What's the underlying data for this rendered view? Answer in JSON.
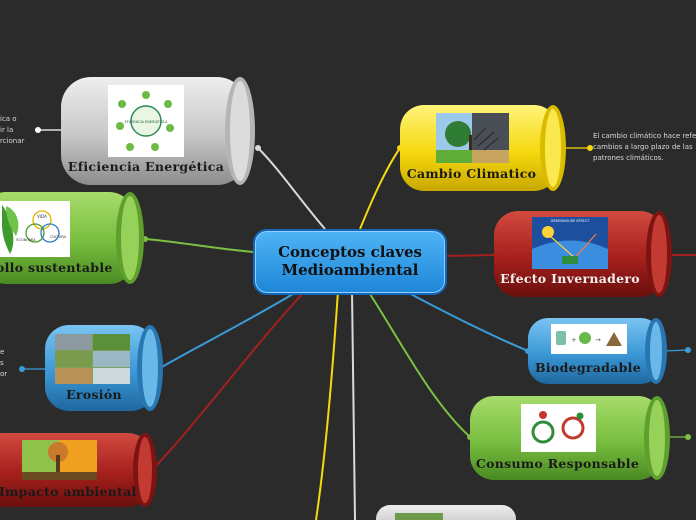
{
  "center": {
    "line1": "Conceptos claves",
    "line2": "Medioambiental"
  },
  "nodes": {
    "eficiencia": "Eficiencia Energética",
    "desarrollo": "ollo sustentable",
    "erosion": "Erosión",
    "impacto": "Impacto ambiental",
    "cambio": "Cambio Climatico",
    "efecto": "Efecto Invernadero",
    "biodegradable": "Biodegradable",
    "consumo": "Consumo Responsable"
  },
  "notes": {
    "cambio": "El cambio climático hace refe\ncambios a largo plazo de las\npatrones climáticos.",
    "eficiencia": "ica o\nir la\nrcionar",
    "erosion": "e\ns\nor"
  },
  "thumbs": {
    "venn_top": "VIDA",
    "venn_left": "ECONOMÍA",
    "venn_right": "CULTURA",
    "efficiency_center": "EFICIENCIA ENERGÉTICA",
    "greenhouse_title": "GREENHOUSE EFFECT"
  },
  "colors": {
    "background": "#2b2b2b",
    "gray": "#c9c9c9",
    "green": "#7cc043",
    "blue": "#3a9bd8",
    "red": "#a51f1f",
    "yellow": "#f6d80f",
    "center": "#2b95e6"
  }
}
